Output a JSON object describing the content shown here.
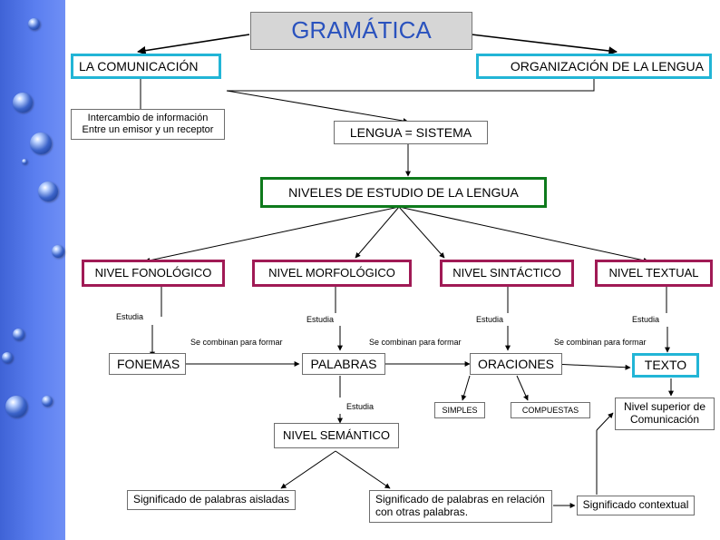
{
  "title": "GRAMÁTICA",
  "nodes": {
    "comunicacion": "LA COMUNICACIÓN",
    "organizacion": "ORGANIZACIÓN DE LA LENGUA",
    "intercambio_line1": "Intercambio de información",
    "intercambio_line2": "Entre un emisor y un receptor",
    "lengua_sistema": "LENGUA = SISTEMA",
    "niveles": "NIVELES DE ESTUDIO DE LA LENGUA",
    "fonologico": "NIVEL FONOLÓGICO",
    "morfologico": "NIVEL MORFOLÓGICO",
    "sintactico": "NIVEL SINTÁCTICO",
    "textual": "NIVEL TEXTUAL",
    "fonemas": "FONEMAS",
    "palabras": "PALABRAS",
    "oraciones": "ORACIONES",
    "texto": "TEXTO",
    "simples": "SIMPLES",
    "compuestas": "COMPUESTAS",
    "nivel_superior_line1": "Nivel superior de",
    "nivel_superior_line2": "Comunicación",
    "semantico": "NIVEL SEMÁNTICO",
    "sig_aisladas": "Significado de palabras aisladas",
    "sig_relacion_line1": "Significado de palabras en relación",
    "sig_relacion_line2": "con otras palabras.",
    "sig_contextual": "Significado contextual"
  },
  "labels": {
    "estudia": "Estudia",
    "se_combinan": "Se combinan para formar"
  }
}
